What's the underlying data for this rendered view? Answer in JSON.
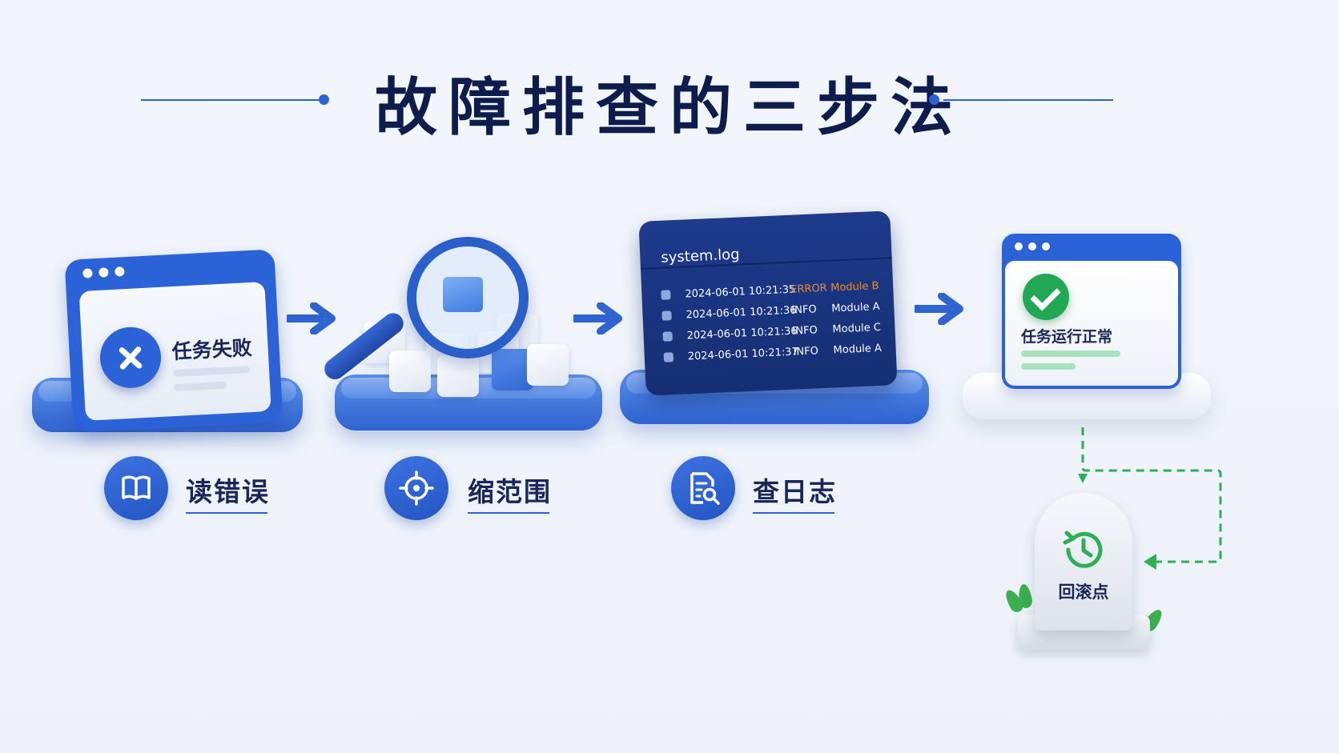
{
  "title": "故障排查的三步法",
  "colors": {
    "accent": "#2d62d6",
    "navy": "#0e1b4d",
    "success": "#22a855",
    "error": "#f08a2e",
    "dashed": "#2eae55"
  },
  "step1_card": {
    "icon": "x-circle-icon",
    "label": "任务失败"
  },
  "step2_card": {
    "icon": "magnifier-icon"
  },
  "step3_log": {
    "header": "system.log",
    "rows": [
      {
        "ts": "2024-06-01 10:21:35",
        "level": "ERROR",
        "module": "Module B"
      },
      {
        "ts": "2024-06-01 10:21:36",
        "level": "INFO",
        "module": "Module A"
      },
      {
        "ts": "2024-06-01 10:21:36",
        "level": "INFO",
        "module": "Module C"
      },
      {
        "ts": "2024-06-01 10:21:37",
        "level": "INFO",
        "module": "Module A"
      }
    ]
  },
  "result_card": {
    "icon": "check-circle-icon",
    "label": "任务运行正常"
  },
  "steps": [
    {
      "label": "读错误",
      "icon": "book-icon"
    },
    {
      "label": "缩范围",
      "icon": "crosshair-icon"
    },
    {
      "label": "查日志",
      "icon": "document-search-icon"
    }
  ],
  "rollback": {
    "label": "回滚点",
    "icon": "restore-clock-icon"
  }
}
